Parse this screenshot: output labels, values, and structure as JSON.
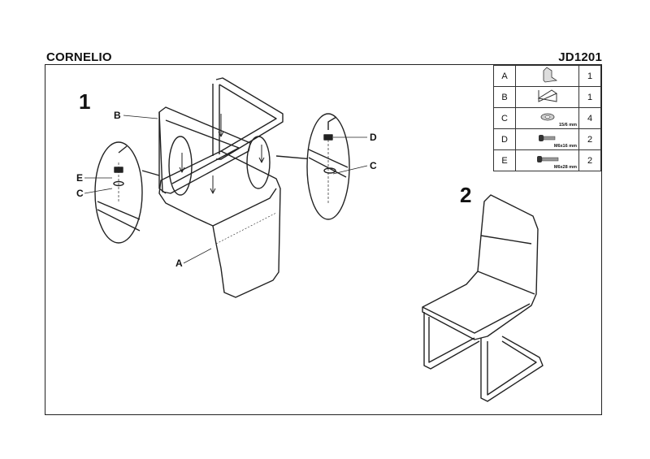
{
  "header": {
    "product_name": "CORNELIO",
    "product_code": "JD1201"
  },
  "steps": {
    "step1": "1",
    "step2": "2"
  },
  "callouts": {
    "B": "B",
    "D": "D",
    "C_right": "C",
    "E": "E",
    "C_left": "C",
    "A": "A"
  },
  "parts": [
    {
      "letter": "A",
      "icon": "seat-icon",
      "dimension": "",
      "qty": "1"
    },
    {
      "letter": "B",
      "icon": "frame-icon",
      "dimension": "",
      "qty": "1"
    },
    {
      "letter": "C",
      "icon": "washer-icon",
      "dimension": "15/6 mm",
      "qty": "4"
    },
    {
      "letter": "D",
      "icon": "bolt-icon",
      "dimension": "M6x16 mm",
      "qty": "2"
    },
    {
      "letter": "E",
      "icon": "bolt-icon",
      "dimension": "M6x28 mm",
      "qty": "2"
    }
  ]
}
